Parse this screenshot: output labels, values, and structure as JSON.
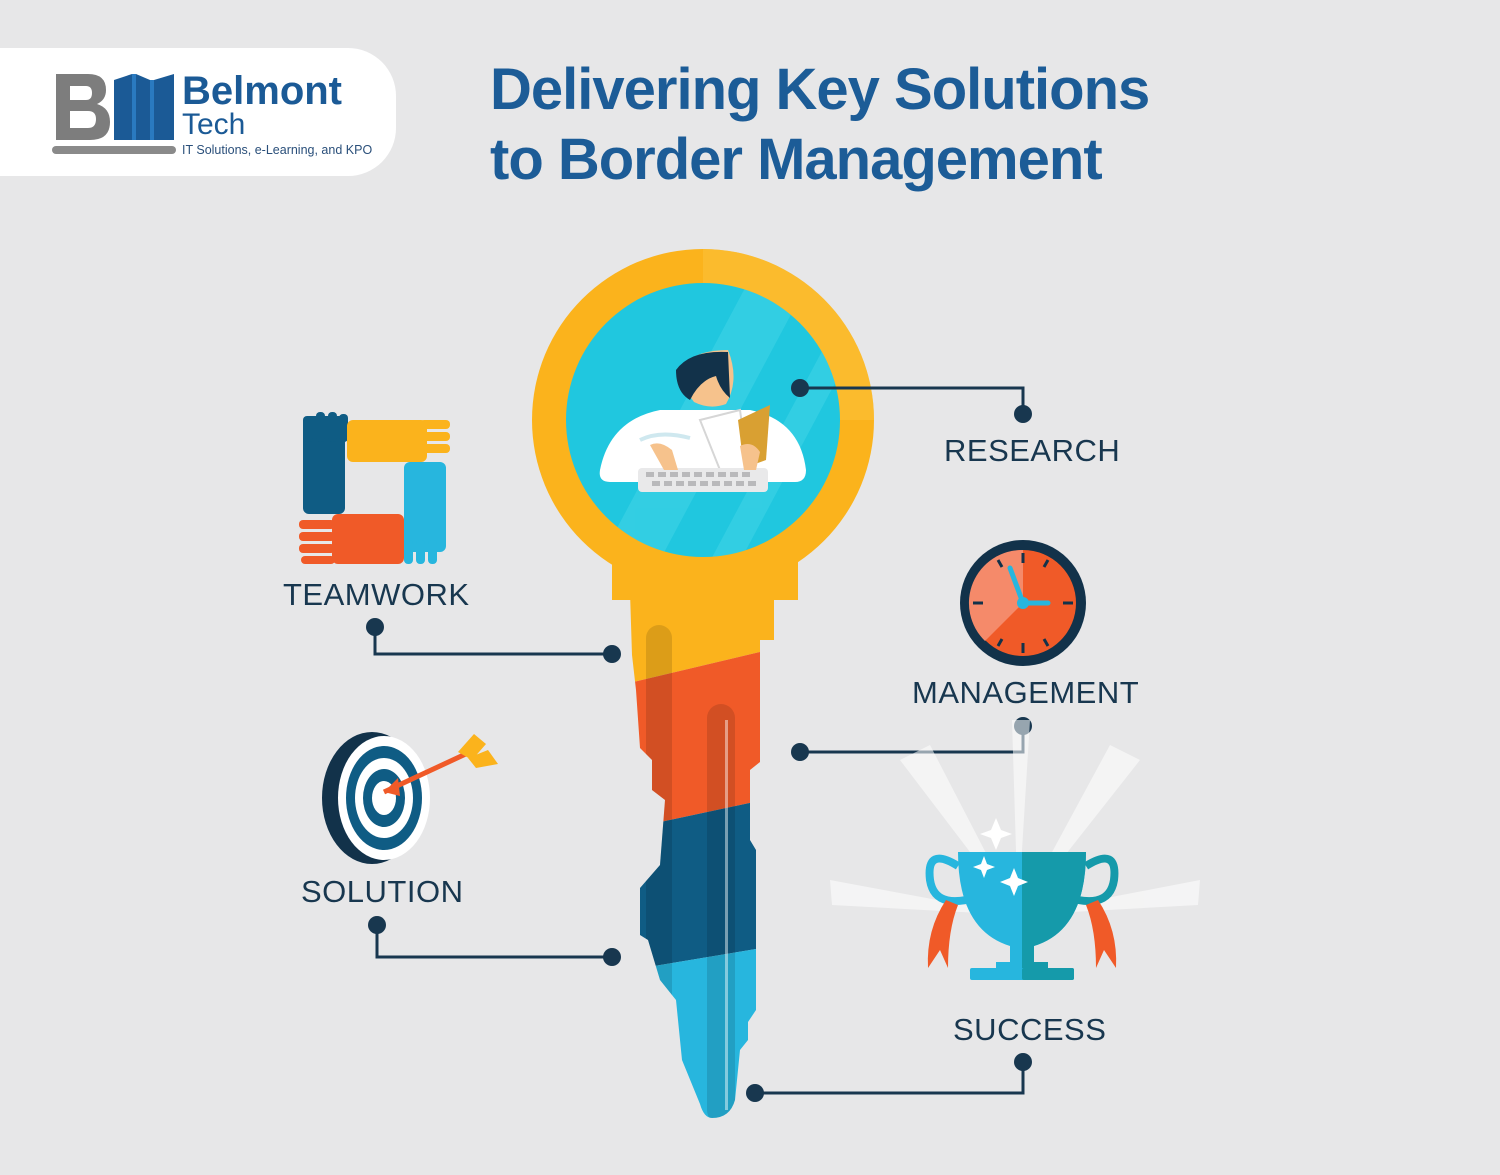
{
  "logo": {
    "brand_line1": "Belmont",
    "brand_line2": "Tech",
    "tagline": "IT Solutions, e-Learning, and KPO",
    "brand_color": "#1b5a96"
  },
  "title": {
    "line1": "Delivering Key Solutions",
    "line2": "to Border Management"
  },
  "labels": {
    "research": "RESEARCH",
    "teamwork": "TEAMWORK",
    "management": "MANAGEMENT",
    "solution": "SOLUTION",
    "success": "SUCCESS"
  },
  "icons": {
    "research": "person-at-keyboard-icon",
    "teamwork": "hands-square-icon",
    "management": "clock-icon",
    "solution": "target-arrow-icon",
    "success": "trophy-icon"
  },
  "colors": {
    "background": "#e7e7e8",
    "title": "#1c5c97",
    "label": "#18374f",
    "key_gold": "#fbb31c",
    "key_orange": "#f05a28",
    "key_navy": "#0f5c84",
    "key_cyan": "#27b6de",
    "connector": "#18374f"
  }
}
